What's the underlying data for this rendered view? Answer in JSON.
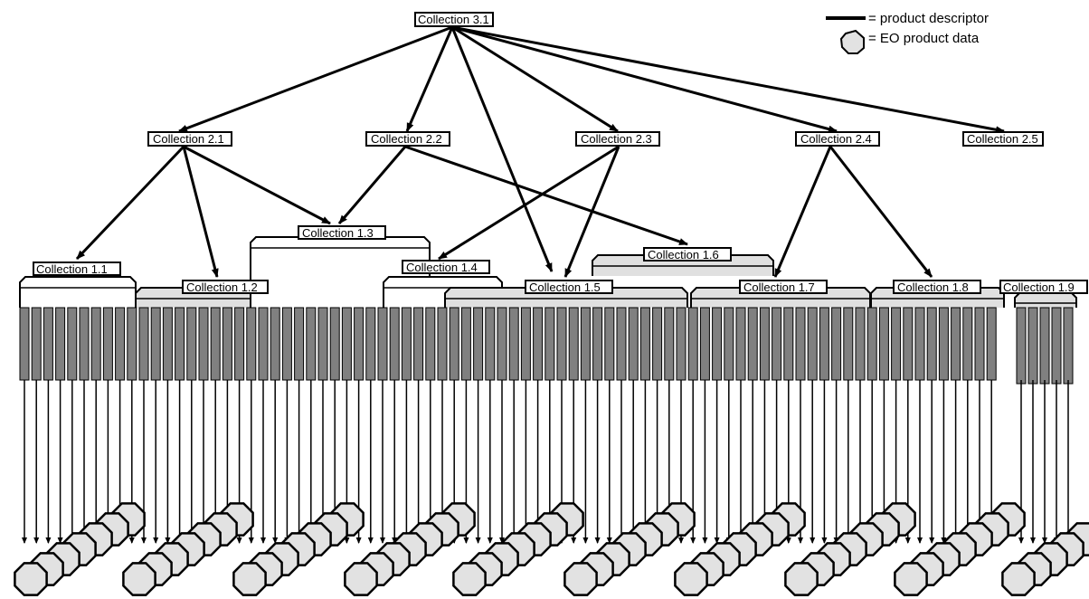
{
  "legend": {
    "descriptor_label": "= product descriptor",
    "data_label": "= EO product data"
  },
  "top": {
    "label": "Collection 3.1"
  },
  "level2": [
    {
      "label": "Collection 2.1"
    },
    {
      "label": "Collection 2.2"
    },
    {
      "label": "Collection 2.3"
    },
    {
      "label": "Collection 2.4"
    },
    {
      "label": "Collection 2.5"
    }
  ],
  "level1": [
    {
      "label": "Collection 1.1"
    },
    {
      "label": "Collection 1.2"
    },
    {
      "label": "Collection 1.3"
    },
    {
      "label": "Collection 1.4"
    },
    {
      "label": "Collection 1.5"
    },
    {
      "label": "Collection 1.6"
    },
    {
      "label": "Collection 1.7"
    },
    {
      "label": "Collection 1.8"
    },
    {
      "label": "Collection 1.9"
    }
  ],
  "colors": {
    "line": "#000000",
    "descriptor_bar": "#808080",
    "bracket_fill": "#e0e0e0",
    "data_fill": "#e2e2e2"
  }
}
